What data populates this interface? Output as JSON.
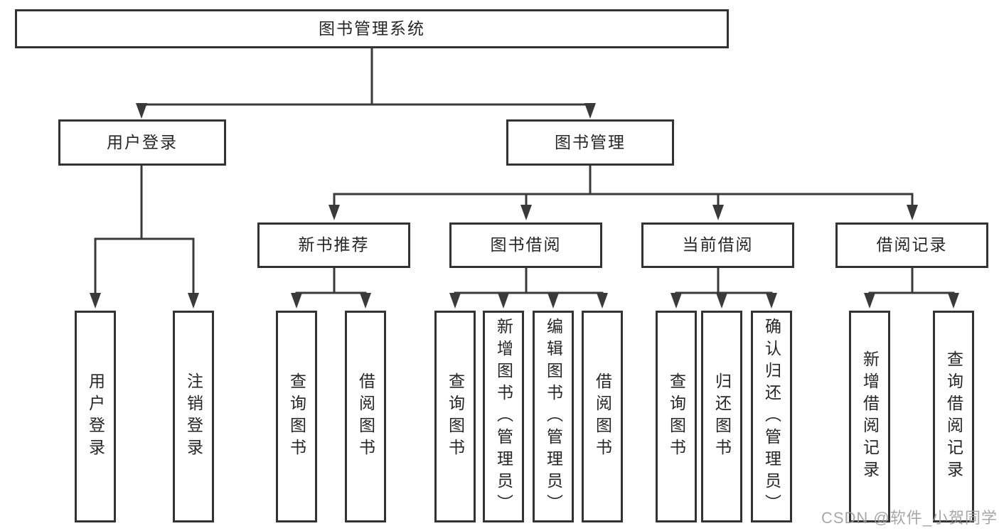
{
  "colors": {
    "line": "#3a3a3a",
    "box_border": "#333333",
    "text": "#262626",
    "watermark": "#9c9c9c",
    "background": "#ffffff"
  },
  "watermark": {
    "text": "CSDN @软件_小贺同学"
  },
  "diagram": {
    "title": "图书管理系统",
    "nodes": [
      {
        "id": "root",
        "label": "图书管理系统"
      },
      {
        "id": "user-login",
        "label": "用户登录"
      },
      {
        "id": "book-mgmt",
        "label": "图书管理"
      },
      {
        "id": "new-book-rec",
        "label": "新书推荐"
      },
      {
        "id": "book-borrow",
        "label": "图书借阅"
      },
      {
        "id": "current-borrow",
        "label": "当前借阅"
      },
      {
        "id": "borrow-records",
        "label": "借阅记录"
      },
      {
        "id": "leaf-user-login",
        "label": "用户登录"
      },
      {
        "id": "leaf-logout",
        "label": "注销登录"
      },
      {
        "id": "leaf-nbr-query",
        "label": "查询图书"
      },
      {
        "id": "leaf-nbr-borrow",
        "label": "借阅图书"
      },
      {
        "id": "leaf-bb-query",
        "label": "查询图书"
      },
      {
        "id": "leaf-bb-add",
        "label": "新增图书（管理员）"
      },
      {
        "id": "leaf-bb-edit",
        "label": "编辑图书（管理员）"
      },
      {
        "id": "leaf-bb-borrow",
        "label": "借阅图书"
      },
      {
        "id": "leaf-cb-query",
        "label": "查询图书"
      },
      {
        "id": "leaf-cb-return",
        "label": "归还图书"
      },
      {
        "id": "leaf-cb-confirm",
        "label": "确认归还（管理员）"
      },
      {
        "id": "leaf-br-add",
        "label": "新增借阅记录"
      },
      {
        "id": "leaf-br-query",
        "label": "查询借阅记录"
      }
    ]
  }
}
